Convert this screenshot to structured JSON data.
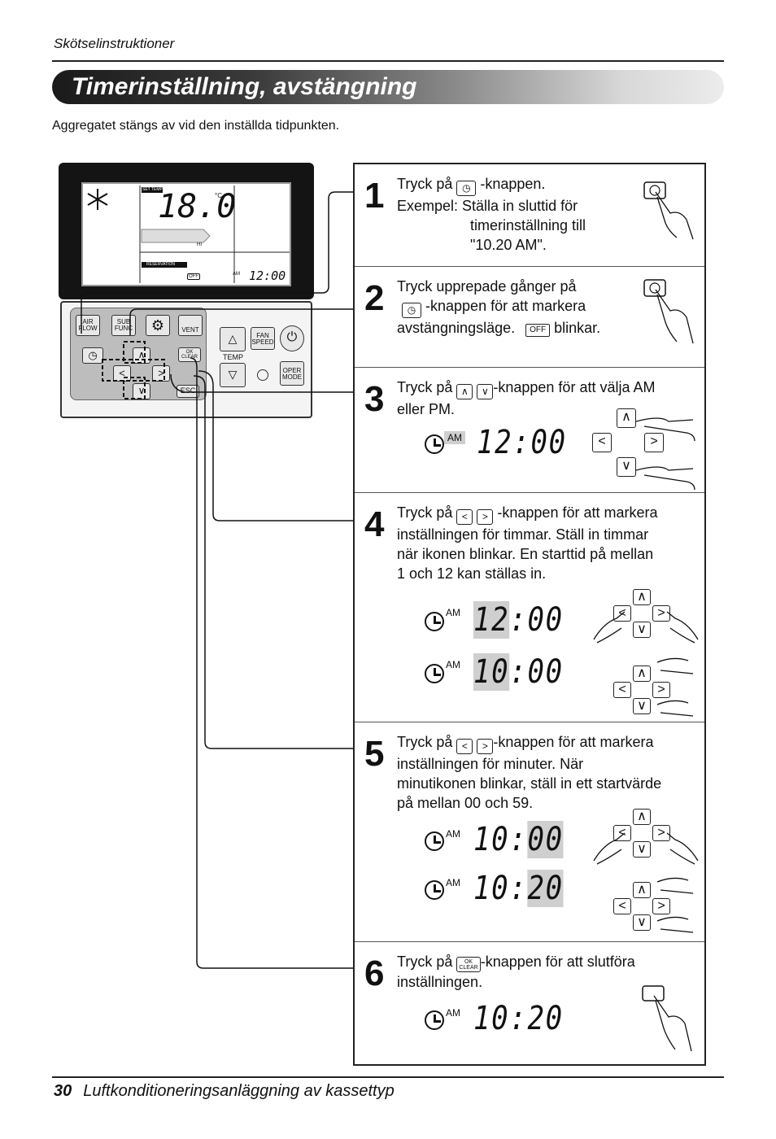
{
  "header": {
    "section": "Skötselinstruktioner"
  },
  "title": "Timerinställning, avstängning",
  "intro": "Aggregatet stängs av vid den inställda tidpunkten.",
  "remote": {
    "lcd": {
      "set_temp": "SET TEMP",
      "temp": "18.0",
      "unit": "°C",
      "hi": "HI",
      "reservation": "RESERVATION",
      "off": "OFF",
      "am": "AM",
      "time": "12:00"
    },
    "keys": {
      "air_flow": "AIR FLOW",
      "sub_func": "SUB FUNC",
      "vent": "VENT",
      "ok_clear": "OK CLEAR",
      "esc": "ESC",
      "fan_speed": "FAN SPEED",
      "temp": "TEMP",
      "oper_mode": "OPER MODE"
    }
  },
  "steps": [
    {
      "num": "1",
      "l1a": "Tryck på",
      "l1b": "-knappen.",
      "l2": "Exempel: Ställa in sluttid för",
      "l3": "timerinställning till",
      "l4": "\"10.20 AM\"."
    },
    {
      "num": "2",
      "l1": "Tryck upprepade gånger på",
      "l2": "-knappen för att markera",
      "l3a": "avstängningsläge.",
      "off": "OFF",
      "l3b": "blinkar."
    },
    {
      "num": "3",
      "l1a": "Tryck på",
      "l1b": "-knappen för att välja AM",
      "l2": "eller PM.",
      "am": "AM",
      "time": "12:00"
    },
    {
      "num": "4",
      "l1a": "Tryck på",
      "l1b": "-knappen för att markera",
      "l2": "inställningen för timmar. Ställ in timmar",
      "l3": "när ikonen blinkar. En starttid på mellan",
      "l4": "1 och 12 kan ställas in.",
      "am": "AM",
      "d1_hl": "12",
      "d1_rest": ":00",
      "d2_hl": "10",
      "d2_rest": ":00"
    },
    {
      "num": "5",
      "l1a": "Tryck på",
      "l1b": "-knappen för att markera",
      "l2": "inställningen för minuter. När",
      "l3": "minutikonen blinkar, ställ in ett startvärde",
      "l4": "på mellan 00 och 59.",
      "am": "AM",
      "d1_rest": "10:",
      "d1_hl": "00",
      "d2_rest": "10:",
      "d2_hl": "20"
    },
    {
      "num": "6",
      "l1a": "Tryck på",
      "l1b": "-knappen för att slutföra",
      "l2": "inställningen.",
      "ok": "OK",
      "clear": "CLEAR",
      "am": "AM",
      "time": "10:20"
    }
  ],
  "footer": {
    "page": "30",
    "text": "Luftkonditioneringsanläggning av kassettyp"
  }
}
